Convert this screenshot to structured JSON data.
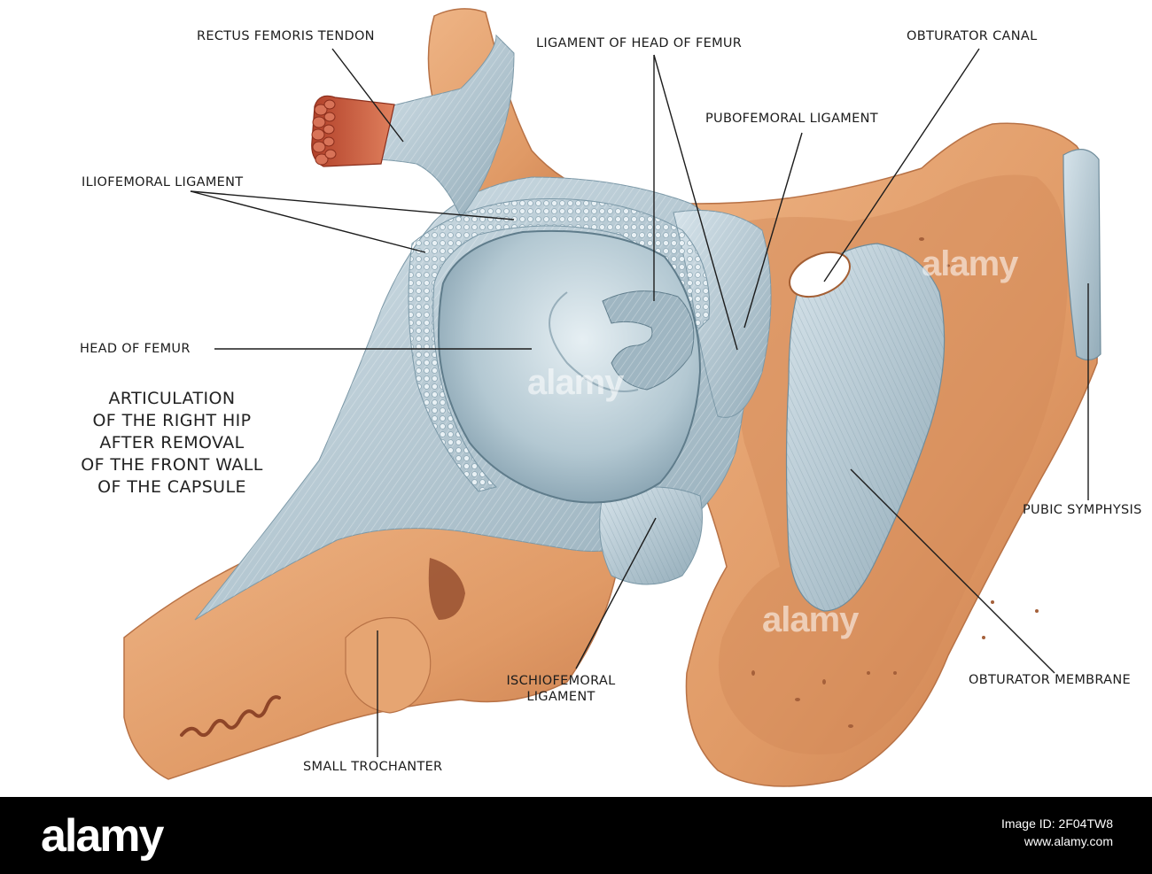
{
  "diagram": {
    "title_lines": [
      "ARTICULATION",
      "OF THE RIGHT HIP",
      "AFTER REMOVAL",
      "OF THE FRONT WALL",
      "OF THE CAPSULE"
    ],
    "labels": {
      "rectus_femoris_tendon": "RECTUS FEMORIS TENDON",
      "ligament_head_femur": "LIGAMENT OF HEAD OF FEMUR",
      "obturator_canal": "OBTURATOR CANAL",
      "pubofemoral_ligament": "PUBOFEMORAL LIGAMENT",
      "iliofemoral_ligament": "ILIOFEMORAL LIGAMENT",
      "head_of_femur": "HEAD OF FEMUR",
      "pubic_symphysis": "PUBIC SYMPHYSIS",
      "ischiofemoral_ligament": "ISCHIOFEMORAL LIGAMENT",
      "obturator_membrane": "OBTURATOR MEMBRANE",
      "small_trochanter": "SMALL TROCHANTER"
    },
    "colors": {
      "bone": "#e3a06e",
      "bone_dark": "#b8693e",
      "ligament": "#a9bfca",
      "ligament_light": "#cfdde4",
      "muscle": "#c8573a",
      "leader": "#1c1c1c"
    }
  },
  "watermark": {
    "text": "alamy"
  },
  "footer": {
    "logo": "alamy",
    "image_id_label": "Image ID: 2F04TW8",
    "site": "www.alamy.com"
  }
}
